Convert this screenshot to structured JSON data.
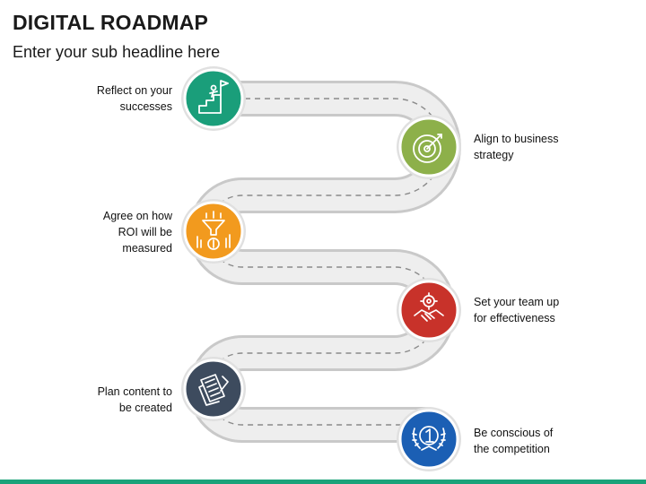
{
  "header": {
    "title": "DIGITAL ROADMAP",
    "subtitle": "Enter your sub headline here"
  },
  "steps": [
    {
      "label_line1": "Reflect on your",
      "label_line2": "successes",
      "color": "#1a9e7a",
      "icon": "mountain-flag-icon"
    },
    {
      "label_line1": "Align to business",
      "label_line2": "strategy",
      "color": "#8db04a",
      "icon": "target-icon"
    },
    {
      "label_line1": "Agree on how",
      "label_line2": "ROI will be",
      "label_line3": "measured",
      "color": "#f29a1e",
      "icon": "funnel-dollar-icon"
    },
    {
      "label_line1": "Set your team up",
      "label_line2": "for effectiveness",
      "color": "#c8322a",
      "icon": "handshake-gear-icon"
    },
    {
      "label_line1": "Plan content to",
      "label_line2": "be created",
      "color": "#3d4b5e",
      "icon": "documents-icon"
    },
    {
      "label_line1": "Be conscious of",
      "label_line2": "the competition",
      "color": "#1b5fb4",
      "icon": "laurel-trophy-icon"
    }
  ],
  "accent": "#1aa37a"
}
